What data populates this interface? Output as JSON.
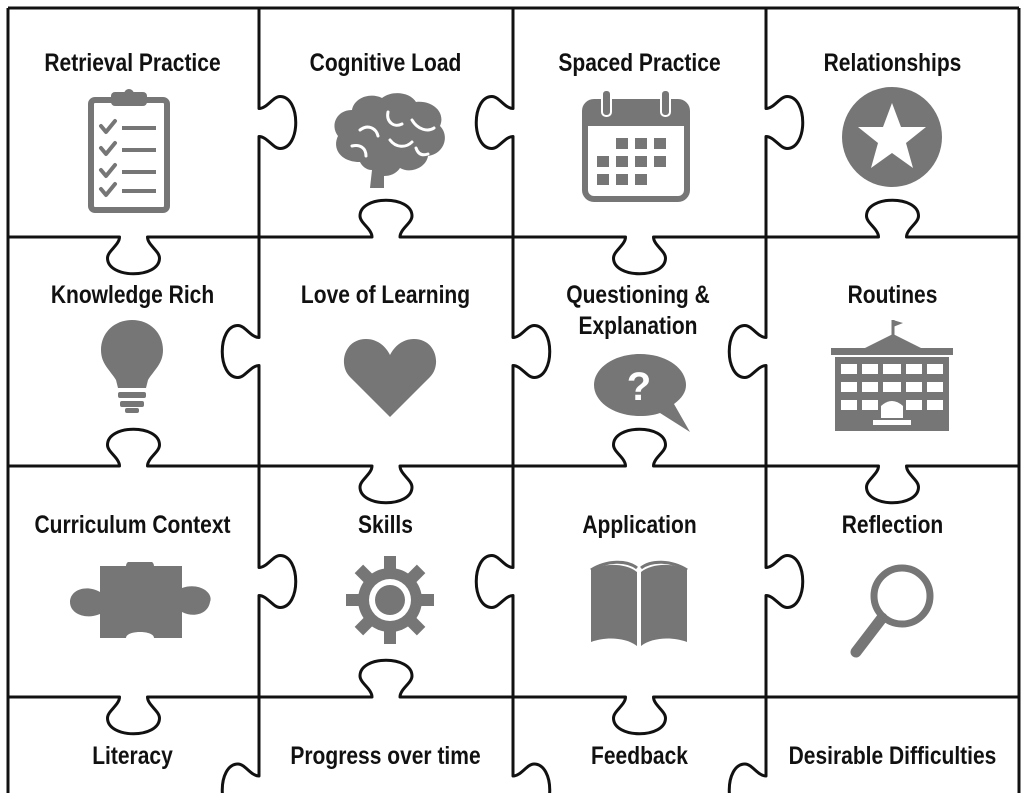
{
  "tiles": [
    {
      "label": "Retrieval Practice",
      "icon": "clipboard-checklist-icon"
    },
    {
      "label": "Cognitive Load",
      "icon": "brain-icon"
    },
    {
      "label": "Spaced Practice",
      "icon": "calendar-icon"
    },
    {
      "label": "Relationships",
      "icon": "star-badge-icon"
    },
    {
      "label": "Knowledge Rich",
      "icon": "lightbulb-icon"
    },
    {
      "label": "Love of Learning",
      "icon": "heart-icon"
    },
    {
      "label": "Questioning & Explanation",
      "icon": "question-speech-bubble-icon"
    },
    {
      "label": "Routines",
      "icon": "school-building-icon"
    },
    {
      "label": "Curriculum Context",
      "icon": "puzzle-piece-icon"
    },
    {
      "label": "Skills",
      "icon": "gear-icon"
    },
    {
      "label": "Application",
      "icon": "open-book-icon"
    },
    {
      "label": "Reflection",
      "icon": "magnifying-glass-icon"
    },
    {
      "label": "Literacy",
      "icon": ""
    },
    {
      "label": "Progress over time",
      "icon": ""
    },
    {
      "label": "Feedback",
      "icon": ""
    },
    {
      "label": "Desirable Difficulties",
      "icon": ""
    }
  ],
  "colors": {
    "icon": "#767676",
    "lines": "#111111",
    "background": "#ffffff"
  }
}
